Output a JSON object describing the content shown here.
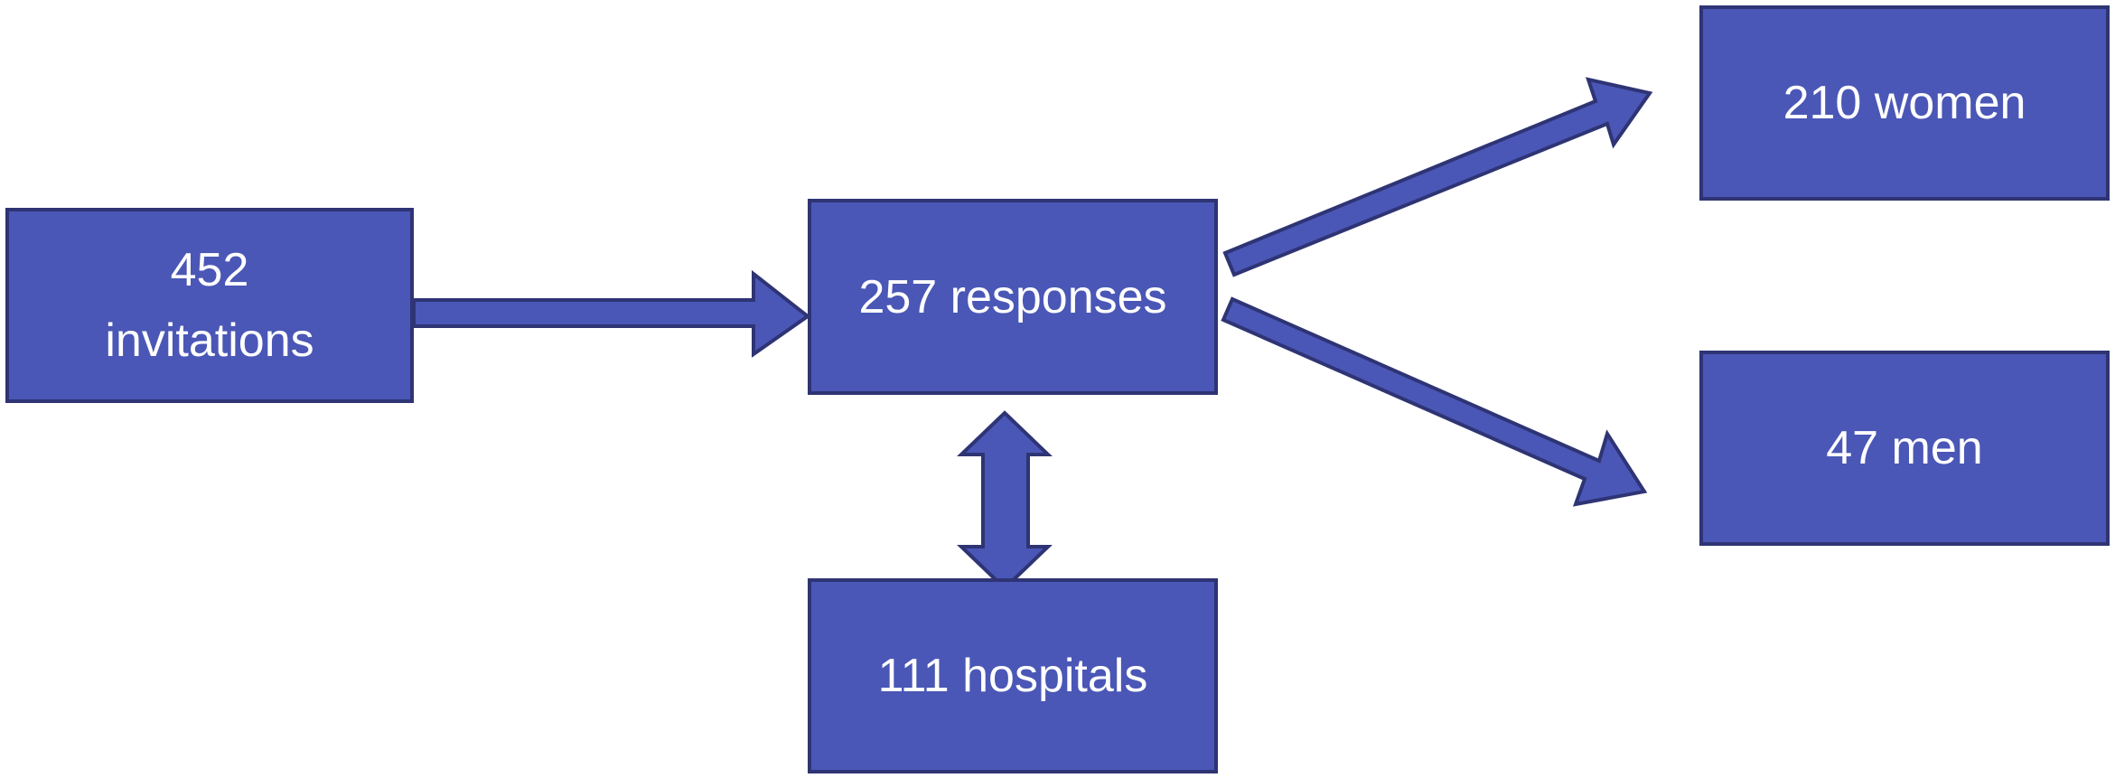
{
  "colors": {
    "box_fill": "#4a57b6",
    "box_border": "#2e3474",
    "arrow_fill": "#4a57b6",
    "arrow_border": "#2e3474",
    "text": "#ffffff"
  },
  "nodes": {
    "invitations": {
      "line1": "452",
      "line2": "invitations"
    },
    "responses": {
      "label": "257 responses"
    },
    "hospitals": {
      "label": "111 hospitals"
    },
    "women": {
      "label": "210 women"
    },
    "men": {
      "label": "47 men"
    }
  }
}
